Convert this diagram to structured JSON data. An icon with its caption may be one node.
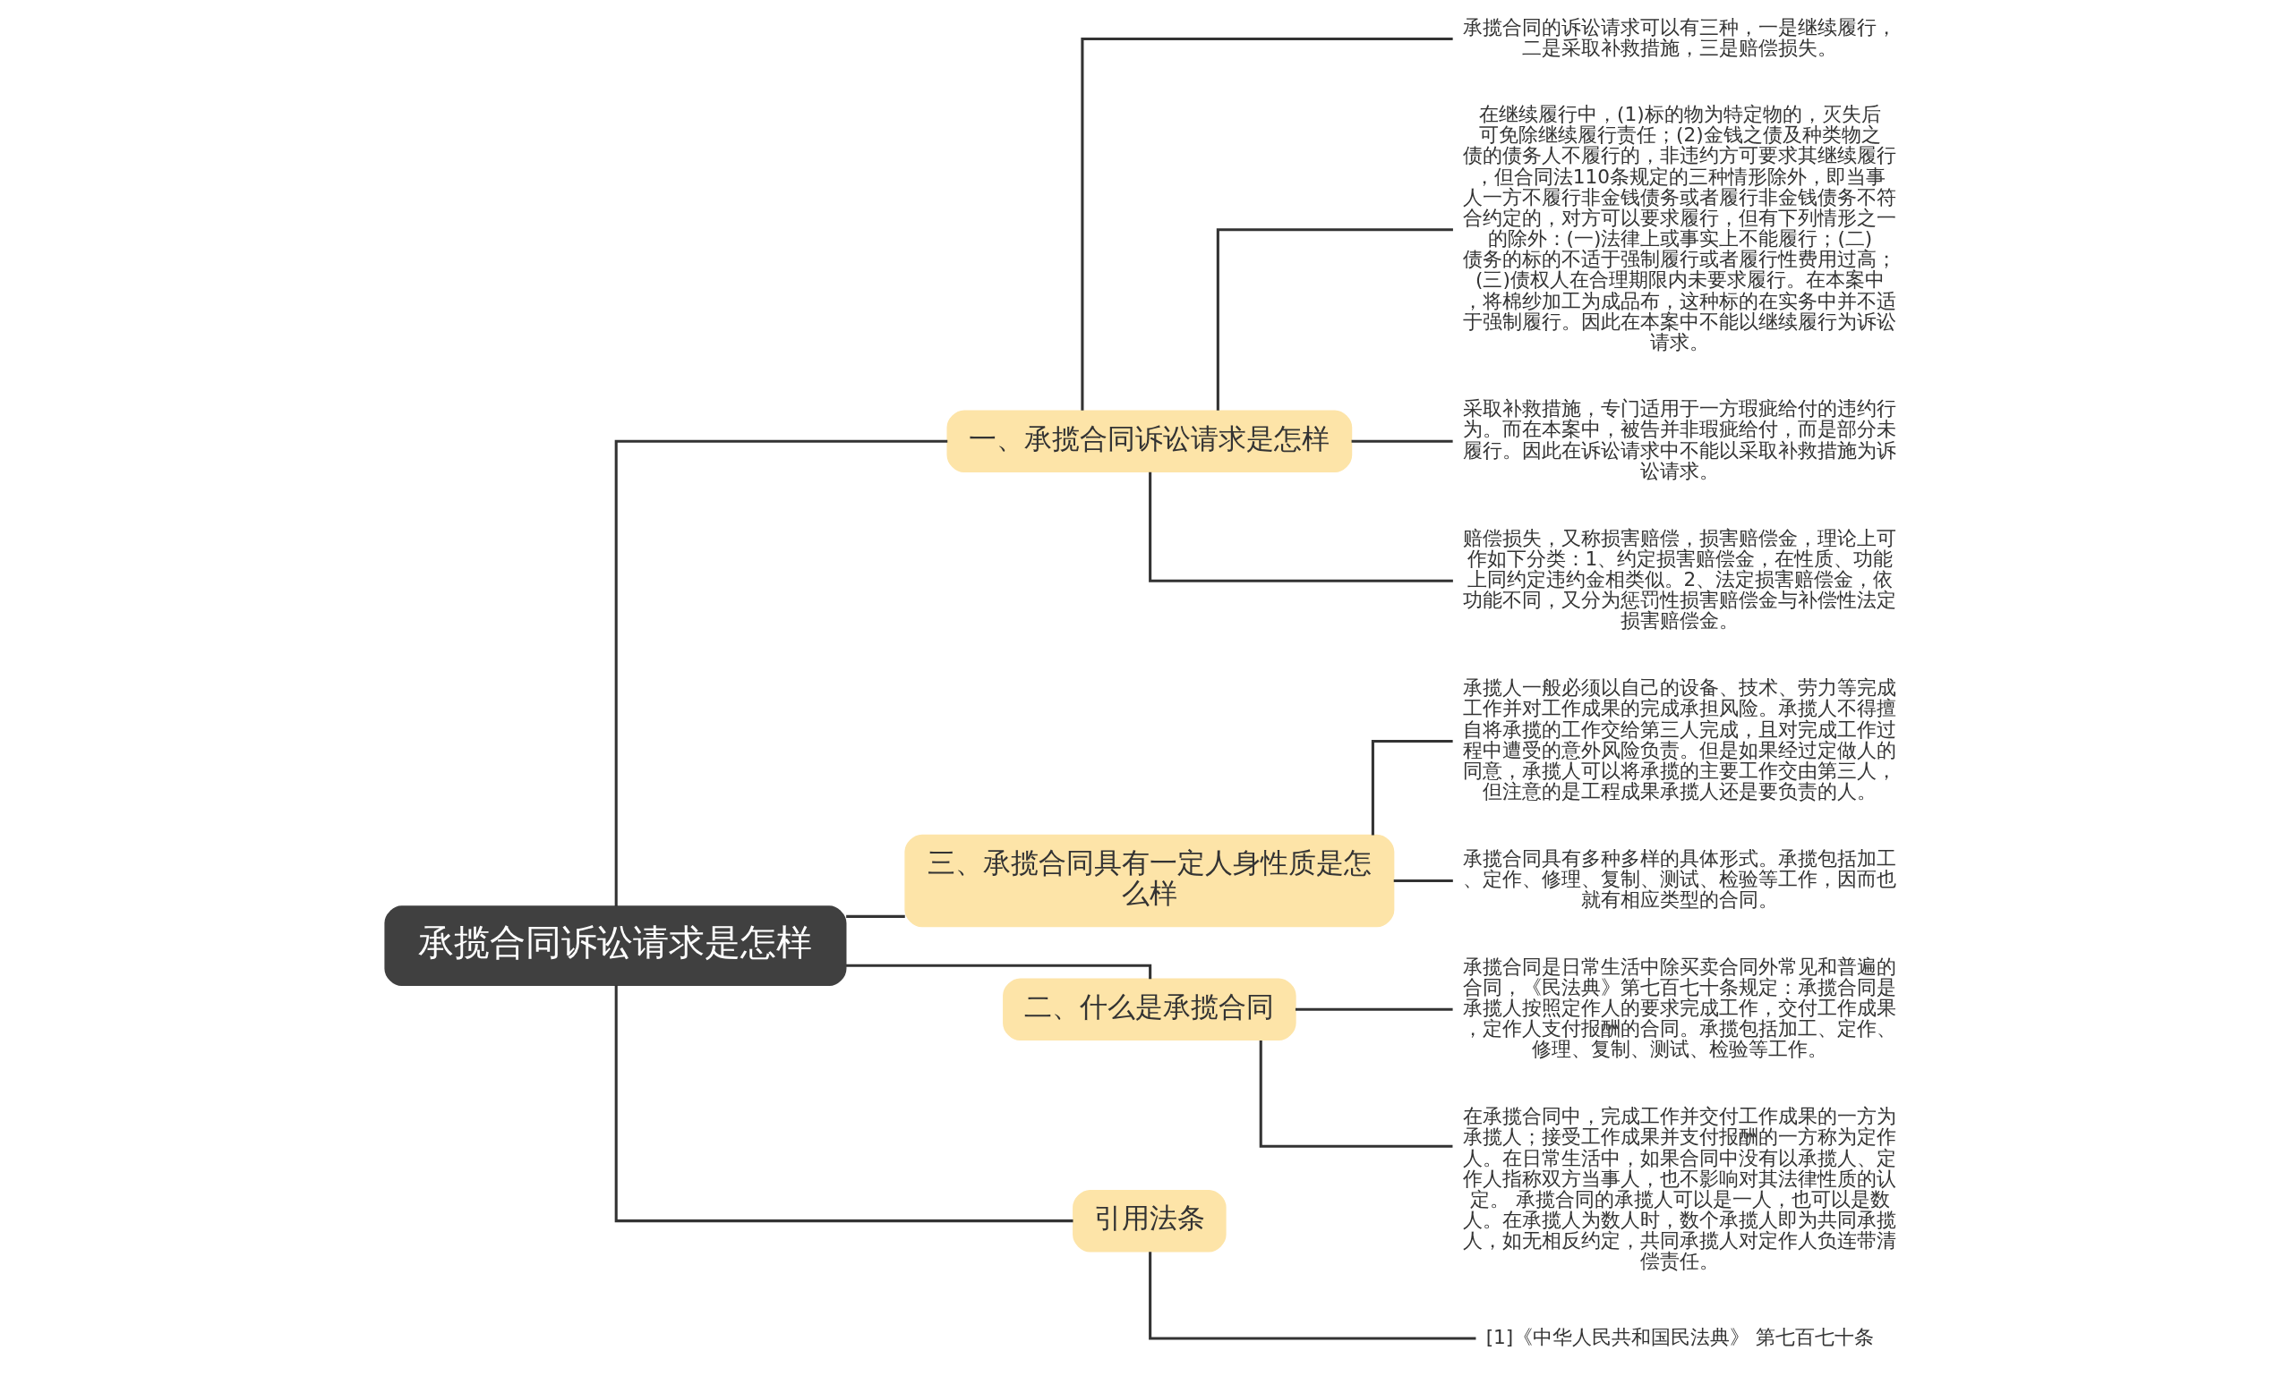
{
  "diagram": {
    "nodes": [
      {
        "text": [
          "承揽合同诉讼请求是怎样"
        ]
      },
      {
        "text": [
          "一、承揽合同诉讼请求是怎样"
        ]
      },
      {
        "text": [
          "承揽合同的诉讼请求可以有三种，一是继续履行，二是采取补救措施，三是赔偿损失。"
        ]
      },
      {
        "text": [
          "在继续履行中，(1)标的物为特定物的，灭失后可免除继续履行责任；(2)金钱之债及种类物之债的债务人不履行的，非违约方可要求其继续履行，但合同法110条规定的三种情形除外，即当事人一方不履行非金钱债务或者履行非金钱债务不符合约定的，对方可以要求履行，但有下列情形之一的除外：(一)法律上或事实上不能履行；(二)债务的标的不适于强制履行或者履行性费用过高；(三)债权人在合理期限内未要求履行。在本案中，将棉纱加工为成品布，这种标的在实务中并不适于强制履行。因此在本案中不能以继续履行为诉讼请求。"
        ]
      },
      {
        "text": [
          "采取补救措施，专门适用于一方瑕疵给付的违约行为。而在本案中，被告并非瑕疵给付，而是部分未履行。因此在诉讼请求中不能以采取补救措施为诉讼请求。"
        ]
      },
      {
        "text": [
          "赔偿损失，又称损害赔偿，损害赔偿金，理论上可作如下分类：1、约定损害赔偿金，在性质、功能上同约定违约金相类似。2、法定损害赔偿金，依功能不同，又分为惩罚性损害赔偿金与补偿性法定损害赔偿金。"
        ]
      },
      {
        "text": [
          "三、承揽合同具有一定人身性质是怎么样"
        ]
      },
      {
        "text": [
          "承揽人一般必须以自己的设备、技术、劳力等完成工作并对工作成果的完成承担风险。承揽人不得擅自将承揽的工作交给第三人完成，且对完成工作过程中遭受的意外风险负责。但是如果经过定做人的同意，承揽人可以将承揽的主要工作交由第三人，但注意的是工程成果承揽人还是要负责的人。"
        ]
      },
      {
        "text": [
          "承揽合同具有多种多样的具体形式。承揽包括加工、定作、修理、复制、测试、检验等工作，因而也就有相应类型的合同。"
        ]
      },
      {
        "text": [
          "二、什么是承揽合同"
        ]
      },
      {
        "text": [
          "承揽合同是日常生活中除买卖合同外常见和普遍的合同，《民法典》第七百七十条规定：承揽合同是承揽人按照定作人的要求完成工作，交付工作成果，定作人支付报酬的合同。承揽包括加工、定作、修理、复制、测试、检验等工作。"
        ]
      },
      {
        "text": [
          "在承揽合同中，完成工作并交付工作成果的一方为承揽人；接受工作成果并支付报酬的一方称为定作人。在日常生活中，如果合同中没有以承揽人、定作人指称双方当事人，也不影响对其法律性质的认定。 承揽合同的承揽人可以是一人，也可以是数人。在承揽人为数人时，数个承揽人即为共同承揽人，如无相反约定，共同承揽人对定作人负连带清偿责任。"
        ]
      },
      {
        "text": [
          "引用法条"
        ]
      },
      {
        "text": [
          "[1]《中华人民共和国民法典》 第七百七十条"
        ]
      }
    ],
    "edges": [
      {
        "from": 0,
        "to": 1,
        "arrow": "none"
      },
      {
        "from": 1,
        "to": 2,
        "arrow": "none"
      },
      {
        "from": 1,
        "to": 3,
        "arrow": "none"
      },
      {
        "from": 1,
        "to": 4,
        "arrow": "none"
      },
      {
        "from": 1,
        "to": 5,
        "arrow": "none"
      },
      {
        "from": 0,
        "to": 6,
        "arrow": "none"
      },
      {
        "from": 6,
        "to": 7,
        "arrow": "none"
      },
      {
        "from": 6,
        "to": 8,
        "arrow": "none"
      },
      {
        "from": 0,
        "to": 9,
        "arrow": "none"
      },
      {
        "from": 9,
        "to": 10,
        "arrow": "none"
      },
      {
        "from": 9,
        "to": 11,
        "arrow": "none"
      },
      {
        "from": 0,
        "to": 12,
        "arrow": "none"
      },
      {
        "from": 12,
        "to": 13,
        "arrow": "none"
      }
    ]
  }
}
